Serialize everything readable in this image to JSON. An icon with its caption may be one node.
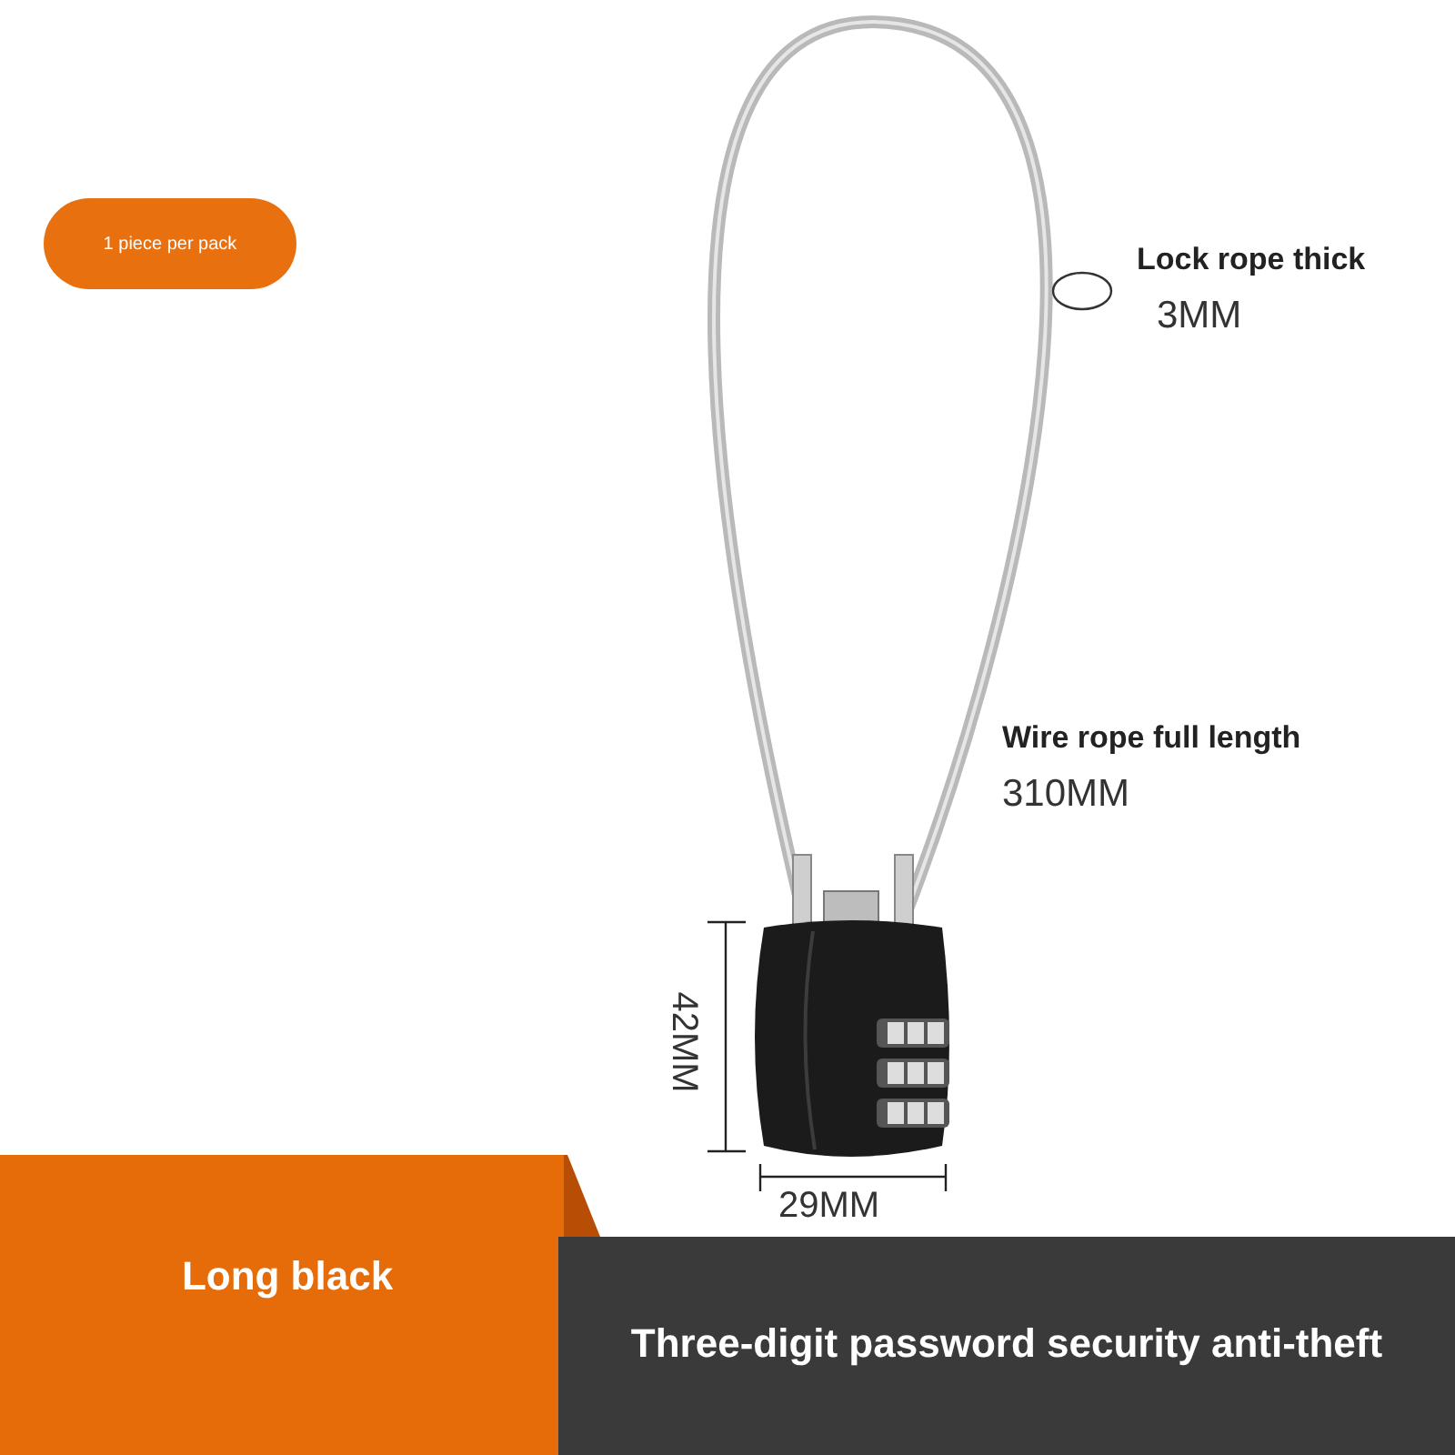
{
  "diagram": {
    "nodes": [
      {
        "text": [
          "1 piece per pack"
        ]
      },
      {
        "text": [
          "Long black"
        ]
      },
      {
        "text": [
          "Three-digit password security anti-theft"
        ]
      }
    ],
    "labels": [
      "Lock rope thick",
      "3MM",
      "Wire rope full length",
      "310MM",
      "42MM",
      "29MM"
    ]
  }
}
